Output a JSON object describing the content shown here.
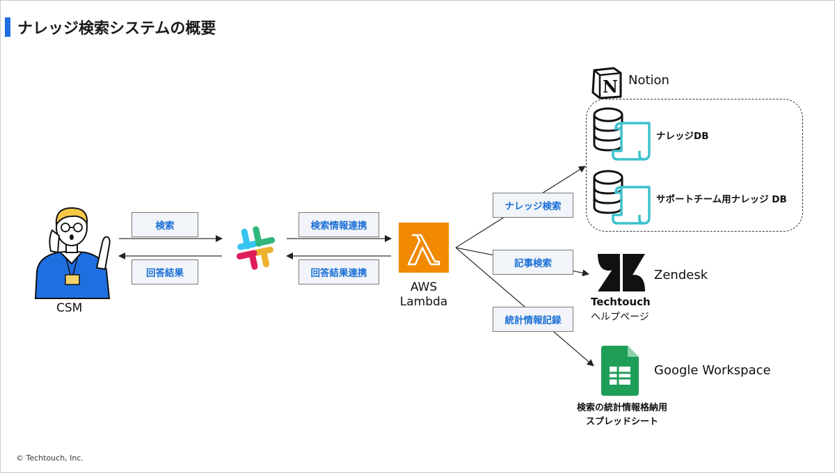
{
  "header": {
    "title": "ナレッジ検索システムの概要"
  },
  "footer": {
    "copyright": "© Techtouch, Inc."
  },
  "actors": {
    "csm": {
      "label": "CSM"
    },
    "lambda": {
      "label_line1": "AWS",
      "label_line2": "Lambda"
    }
  },
  "edges": {
    "search": "検索",
    "answer": "回答結果",
    "search_info": "検索情報連携",
    "answer_link": "回答結果連携",
    "knowledge_search": "ナレッジ検索",
    "article_search": "記事検索",
    "stats_record": "統計情報記録"
  },
  "notion": {
    "name": "Notion",
    "db1": "ナレッジDB",
    "db2": "サポートチーム用ナレッジ DB"
  },
  "zendesk": {
    "name": "Zendesk",
    "sub_line1": "Techtouch",
    "sub_line2": "ヘルプページ"
  },
  "google": {
    "name": "Google Workspace",
    "sub_line1": "検索の統計情報格納用",
    "sub_line2": "スプレッドシート"
  },
  "icons": [
    "person-icon",
    "slack-icon",
    "lambda-icon",
    "notion-icon",
    "database-icon",
    "scroll-icon",
    "zendesk-icon",
    "sheets-icon"
  ],
  "colors": {
    "accent": "#1f6fe0",
    "label_text": "#1a6fd6",
    "label_bg": "#f1f4f8",
    "lambda": "#f18a00",
    "scroll": "#3cc2cc",
    "sheets": "#1e9e57"
  }
}
